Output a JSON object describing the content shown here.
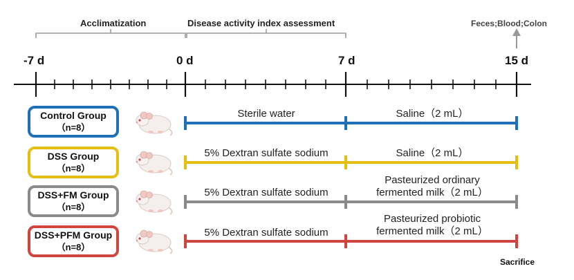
{
  "phases": {
    "acclimatization": "Acclimatization",
    "assessment": "Disease activity index assessment",
    "outcome": "Feces;Blood;Colon"
  },
  "days": {
    "d_minus7": "-7 d",
    "d0": "0 d",
    "d7": "7 d",
    "d15": "15 d"
  },
  "sacrifice": "Sacrifice",
  "groups": [
    {
      "name": "Control Group",
      "n": "（n=8）",
      "color": "#1f6fb9",
      "phase1": "Sterile water",
      "phase2_line1": "Saline（2 mL）",
      "phase2_line2": ""
    },
    {
      "name": "DSS Group",
      "n": "（n=8）",
      "color": "#e6bd11",
      "phase1": "5% Dextran sulfate sodium",
      "phase2_line1": "Saline（2 mL）",
      "phase2_line2": ""
    },
    {
      "name": "DSS+FM Group",
      "n": "（n=8）",
      "color": "#8a8a8a",
      "phase1": "5% Dextran sulfate sodium",
      "phase2_line1": "Pasteurized ordinary",
      "phase2_line2": "fermented milk（2 mL）"
    },
    {
      "name": "DSS+PFM Group",
      "n": "（n=8）",
      "color": "#cf4640",
      "phase1": "5% Dextran sulfate sodium",
      "phase2_line1": "Pasteurized probiotic",
      "phase2_line2": "fermented milk（2 mL）"
    }
  ]
}
